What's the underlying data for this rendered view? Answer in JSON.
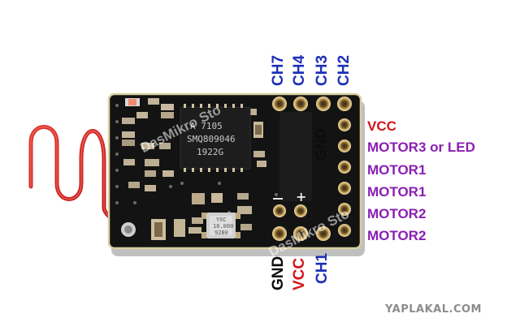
{
  "image": {
    "top_channel_labels": [
      {
        "text": "CH7",
        "color": "#1d2fb8"
      },
      {
        "text": "CH4",
        "color": "#1d2fb8"
      },
      {
        "text": "CH3",
        "color": "#1d2fb8"
      },
      {
        "text": "CH2",
        "color": "#1d2fb8"
      }
    ],
    "right_pin_labels": [
      {
        "text": "VCC",
        "color": "#d4151b"
      },
      {
        "text": "MOTOR3 or LED",
        "color": "#8a1fb2"
      },
      {
        "text": "MOTOR1",
        "color": "#8a1fb2"
      },
      {
        "text": "MOTOR1",
        "color": "#8a1fb2"
      },
      {
        "text": "MOTOR2",
        "color": "#8a1fb2"
      },
      {
        "text": "MOTOR2",
        "color": "#8a1fb2"
      }
    ],
    "bottom_labels": [
      {
        "text": "GND",
        "color": "#0c0c0c"
      },
      {
        "text": "VCC",
        "color": "#d4151b"
      },
      {
        "text": "CH1",
        "color": "#1d2fb8"
      }
    ],
    "board_gnd_label": "GND",
    "watermarks": [
      "DasMikro Sto",
      "DasMikro Sto"
    ],
    "chip_markings": [
      "A 7105",
      "SMQ809046",
      "1922G"
    ],
    "crystal_markings": [
      "YXC",
      "16.000",
      "9280"
    ],
    "site_watermark": "YAPLAKAL.COM"
  }
}
